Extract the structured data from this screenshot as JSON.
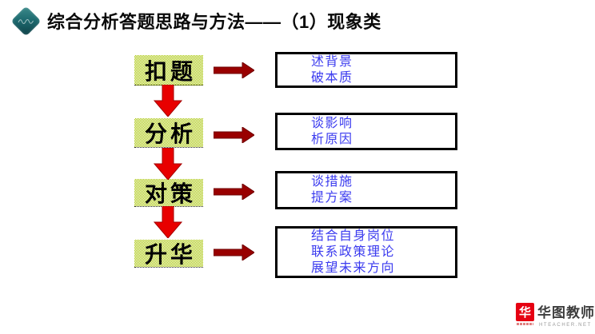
{
  "header": {
    "title": "综合分析答题思路与方法——（1）现象类"
  },
  "flow": {
    "steps": [
      {
        "label": "扣题",
        "details": [
          "述背景",
          "破本质"
        ]
      },
      {
        "label": "分析",
        "details": [
          "谈影响",
          "析原因"
        ]
      },
      {
        "label": "对策",
        "details": [
          "谈措施",
          "提方案"
        ]
      },
      {
        "label": "升华",
        "details": [
          "结合自身岗位",
          "联系政策理论",
          "展望未来方向"
        ]
      }
    ]
  },
  "footer": {
    "logo_mark": "华",
    "logo_text": "华图教师",
    "logo_subtext": "HTEACHER.NET"
  },
  "colors": {
    "highlight_green": "#a6c400",
    "arrow_down_red": "#e80000",
    "arrow_right_dark_red": "#990000",
    "detail_text_blue": "#3b3bef",
    "title_black": "#0a0a0a",
    "logo_red": "#e60012",
    "diamond_teal": "#1e6b70"
  }
}
